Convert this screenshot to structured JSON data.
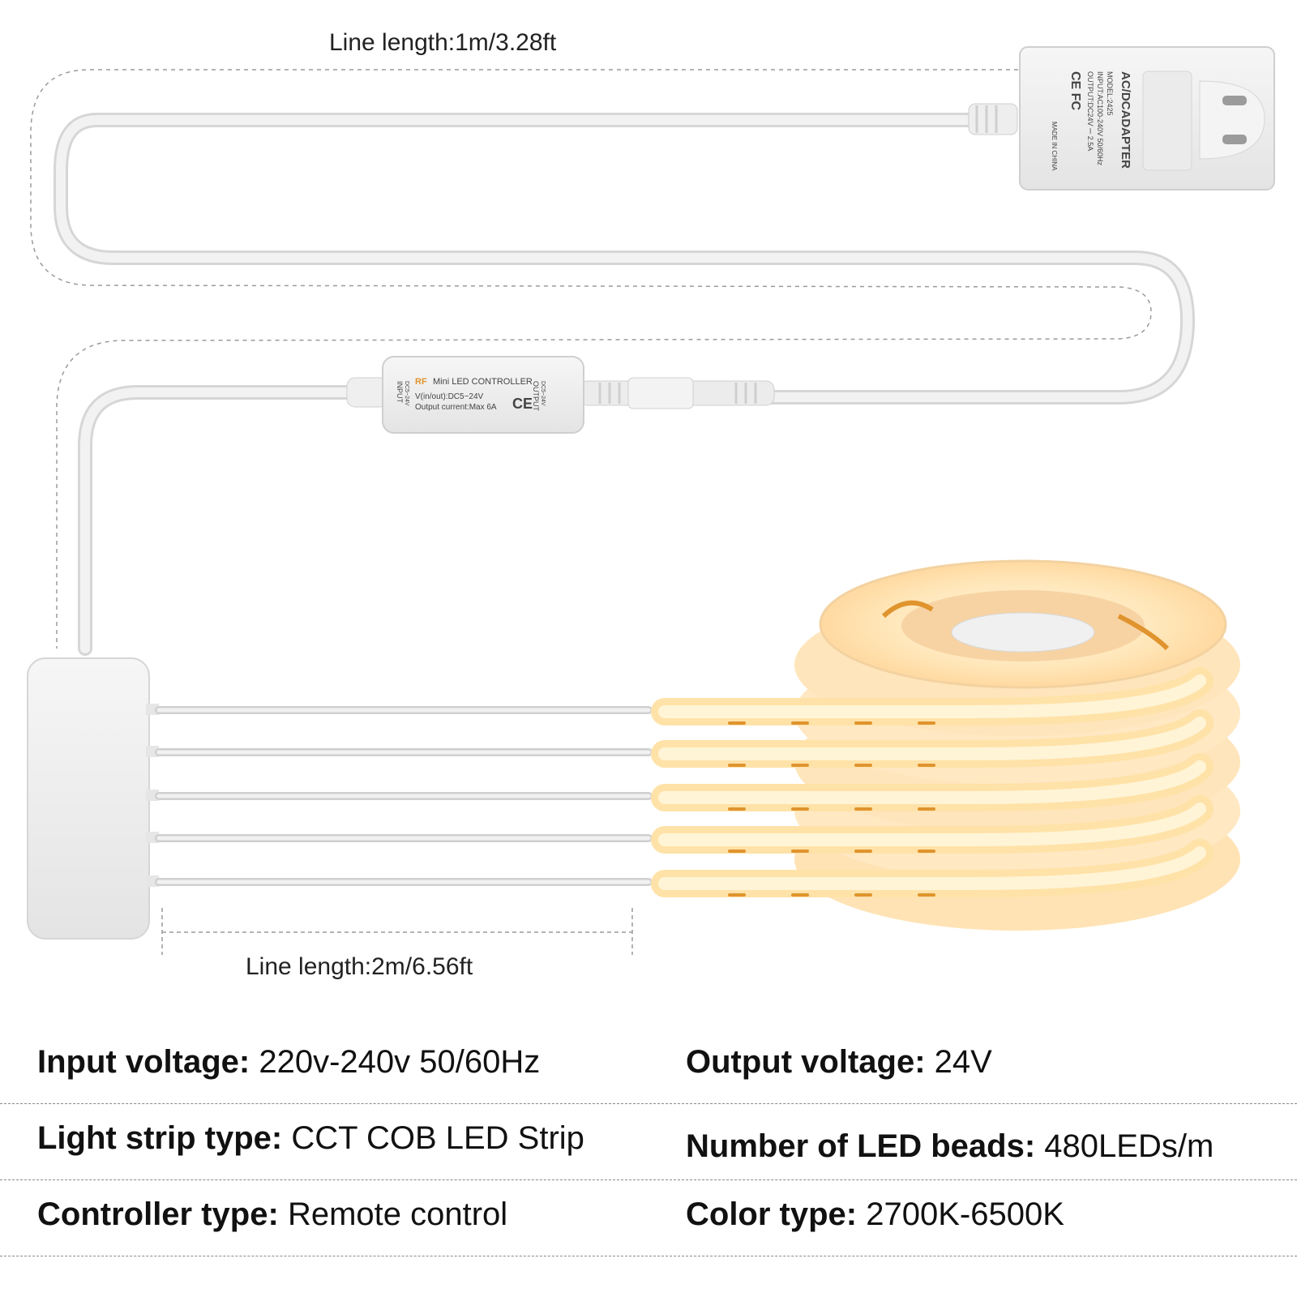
{
  "dimensions": {
    "top_cable_length": "Line length:1m/3.28ft",
    "strip_cable_length": "Line length:2m/6.56ft"
  },
  "adapter": {
    "title": "AC/DCADAPTER",
    "model": "MODEL:2425",
    "input": "INPUT:AC100-240V 50/60Hz",
    "output": "OUTPUT:DC24V ⎓ 2.5A",
    "origin": "MADE IN CHINA",
    "marks": "CE FC"
  },
  "controller": {
    "brand": "RF",
    "name": "Mini LED CONTROLLER",
    "voltage": "V(in/out):DC5~24V",
    "current": "Output current:Max 6A",
    "input_label": "INPUT",
    "input_range": "DC5~24V",
    "output_label": "OUTPUT",
    "output_range": "DC5~24V",
    "mark": "CE"
  },
  "specs": [
    {
      "label": "Input voltage",
      "value": "220v-240v 50/60Hz"
    },
    {
      "label": "Output voltage",
      "value": "24V"
    },
    {
      "label": "Light strip type",
      "value": "CCT COB LED Strip"
    },
    {
      "label": "Number of LED beads",
      "value": "480LEDs/m"
    },
    {
      "label": "Controller type",
      "value": "Remote control"
    },
    {
      "label": "Color type",
      "value": "2700K-6500K"
    }
  ],
  "colors": {
    "cable": "#eeeeee",
    "cable_edge": "#d4d4d4",
    "strip_glow": "#ffe2a8",
    "strip_amber": "#e0942e",
    "dashed_guide": "#9a9a9a"
  }
}
